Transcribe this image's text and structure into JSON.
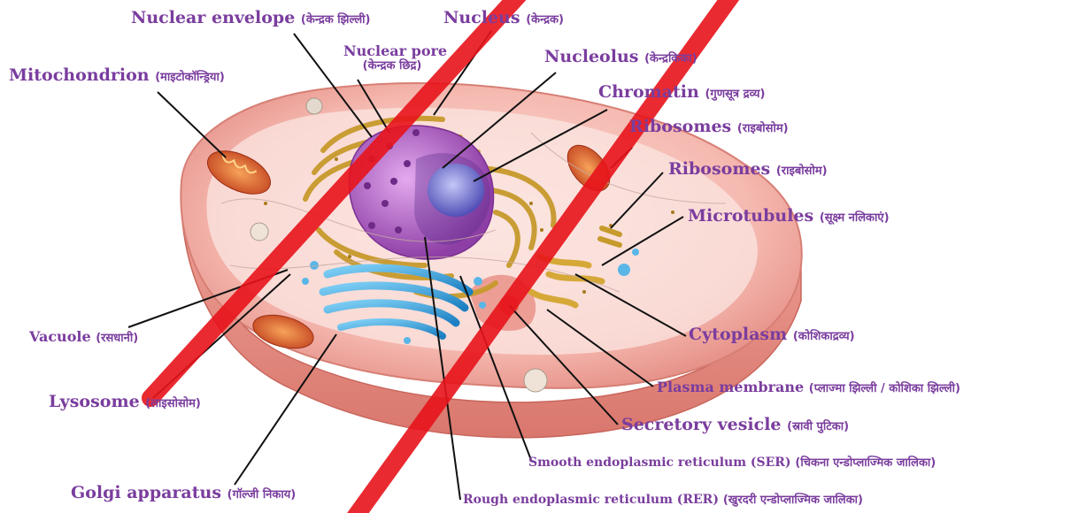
{
  "colors": {
    "label_text": "#7a3d9e",
    "leader_line": "#111111",
    "watermark": "#e8141b",
    "cell_body": "#f3b5ad",
    "nucleus": "#b765c9",
    "golgi": "#2e9ad6",
    "er": "#c79a2c"
  },
  "labels": {
    "nuclear_envelope": {
      "en": "Nuclear envelope",
      "hi": "(केन्द्रक झिल्ली)"
    },
    "nucleus": {
      "en": "Nucleus",
      "hi": "(केन्द्रक)"
    },
    "nuclear_pore": {
      "en": "Nuclear pore",
      "hi": "(केन्द्रक छिद्र)"
    },
    "nucleolus": {
      "en": "Nucleolus",
      "hi": "(केन्द्रकिका)"
    },
    "mitochondrion": {
      "en": "Mitochondrion",
      "hi": "(माइटोकॉन्ड्रिया)"
    },
    "chromatin": {
      "en": "Chromatin",
      "hi": "(गुणसूत्र द्रव्य)"
    },
    "ribosomes_1": {
      "en": "Ribosomes",
      "hi": "(राइबोसोम)"
    },
    "ribosomes_2": {
      "en": "Ribosomes",
      "hi": "(राइबोसोम)"
    },
    "microtubules": {
      "en": "Microtubules",
      "hi": "(सूक्ष्म नलिकाएं)"
    },
    "vacuole": {
      "en": "Vacuole",
      "hi": "(रसधानी)"
    },
    "cytoplasm": {
      "en": "Cytoplasm",
      "hi": "(कोशिकाद्रव्य)"
    },
    "plasma_membrane": {
      "en": "Plasma membrane",
      "hi": "(प्लाज्मा झिल्ली / कोशिका झिल्ली)"
    },
    "lysosome": {
      "en": "Lysosome",
      "hi": "(लाइसोसोम)"
    },
    "secretory_vesicle": {
      "en": "Secretory vesicle",
      "hi": "(स्रावी पुटिका)"
    },
    "ser": {
      "en": "Smooth endoplasmic reticulum (SER)",
      "hi": "(चिकना एन्डोप्लाज्मिक जालिका)"
    },
    "golgi": {
      "en": "Golgi apparatus",
      "hi": "(गॉल्जी निकाय)"
    },
    "rer": {
      "en": "Rough endoplasmic reticulum (RER)",
      "hi": "(खुरदरी एन्डोप्लाज्मिक जालिका)"
    }
  }
}
